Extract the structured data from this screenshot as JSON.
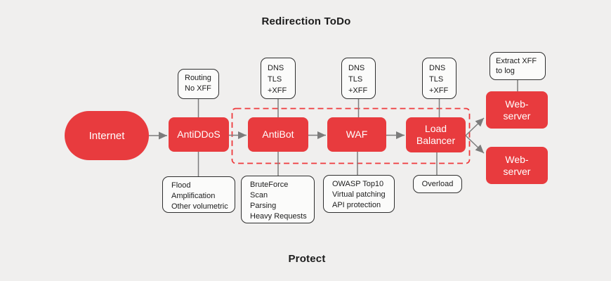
{
  "title": "Redirection ToDo",
  "footer": "Protect",
  "colors": {
    "background": "#f0efee",
    "node_red": "#e83b3e",
    "dashed_zone_red": "#ee3a3c",
    "connector_gray": "#7c7c7c",
    "note_border": "#2e2e2e",
    "note_fill": "#fbfbfa",
    "text_dark": "#1c1c1c",
    "text_white": "#ffffff"
  },
  "nodes": {
    "internet": {
      "label": "Internet"
    },
    "antiddos": {
      "label": "AntiDDoS"
    },
    "antibot": {
      "label": "AntiBot"
    },
    "waf": {
      "label": "WAF"
    },
    "load_balancer": {
      "label": "Load\nBalancer"
    },
    "webserver_top": {
      "label": "Web-\nserver"
    },
    "webserver_bottom": {
      "label": "Web-\nserver"
    }
  },
  "annotations": {
    "routing": "Routing\nNo XFF",
    "dns_antibot": "DNS\nTLS\n+XFF",
    "dns_waf": "DNS\nTLS\n+XFF",
    "dns_load_balancer": "DNS\nTLS\n+XFF",
    "extract_xff": "Extract XFF\nto log",
    "antiddos_threats": "Flood\nAmplification\nOther volumetric",
    "antibot_threats": "BruteForce\nScan\nParsing\nHeavy Requests",
    "waf_threats": "OWASP Top10\nVirtual patching\nAPI protection",
    "load_balancer_threats": "Overload"
  }
}
